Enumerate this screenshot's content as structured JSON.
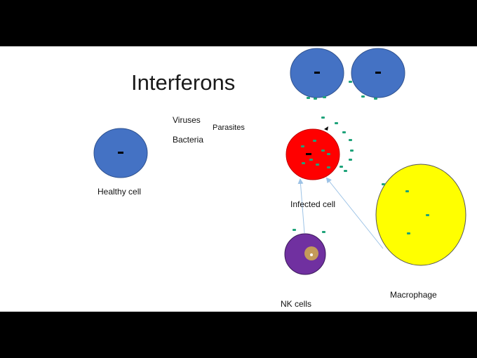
{
  "slide": {
    "title": "Interferons",
    "pathogens": {
      "viruses": "Viruses",
      "bacteria": "Bacteria",
      "parasites": "Parasites"
    },
    "labels": {
      "healthy_cell": "Healthy cell",
      "infected_cell": "Infected cell",
      "nk_cells": "NK cells",
      "macrophage": "Macrophage"
    }
  },
  "colors": {
    "frame": "#000000",
    "slide_background": "#ffffff",
    "cell_blue": "#4472c4",
    "infected_red": "#ff0000",
    "nk_purple": "#7030a0",
    "nk_nucleus": "#c49a5a",
    "macrophage_yellow": "#ffff00",
    "interferon_green": "#1fa37a",
    "arrow": "#9dc3e6"
  }
}
